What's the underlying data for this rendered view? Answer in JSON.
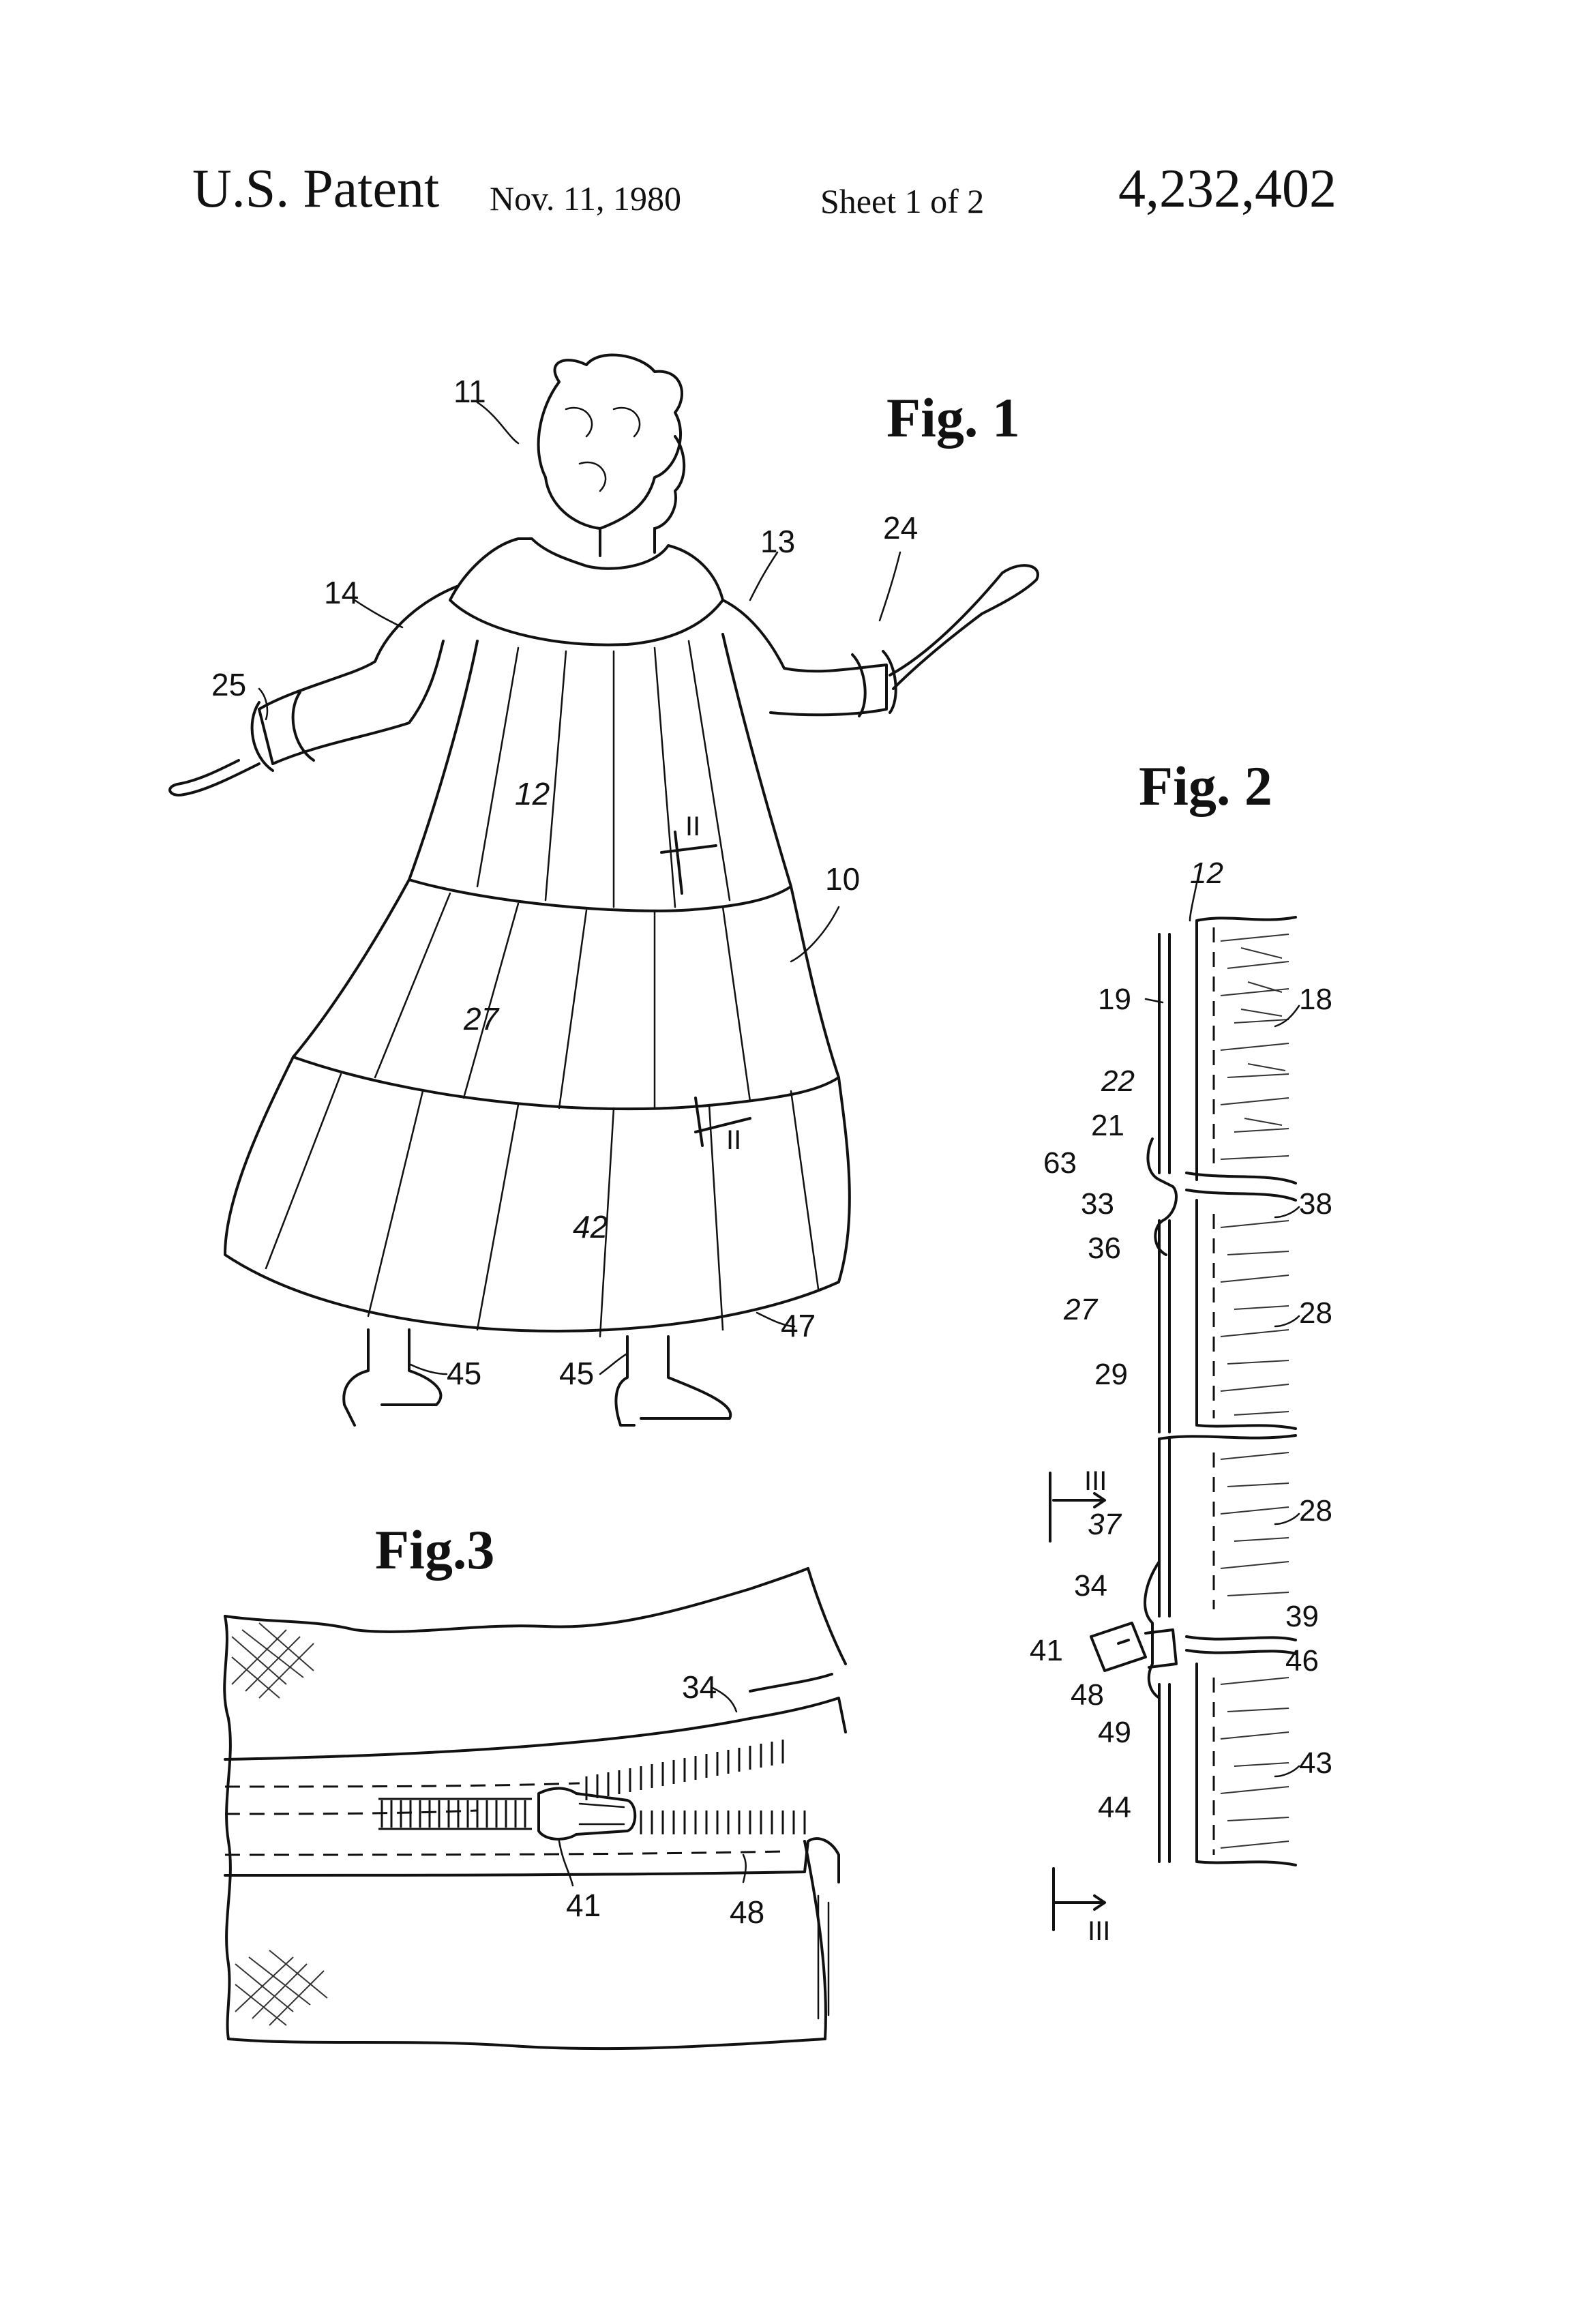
{
  "header": {
    "patent_label": "U.S. Patent",
    "date": "Nov. 11, 1980",
    "sheet": "Sheet 1 of 2",
    "patent_number": "4,232,402"
  },
  "figures": {
    "fig1": {
      "title": "Fig. 1",
      "labels": [
        "11",
        "13",
        "24",
        "14",
        "25",
        "12",
        "II",
        "10",
        "27",
        "II",
        "42",
        "47",
        "45",
        "45"
      ]
    },
    "fig2": {
      "title": "Fig. 2",
      "labels": [
        "12",
        "18",
        "19",
        "22",
        "21",
        "63",
        "33",
        "38",
        "36",
        "27",
        "28",
        "29",
        "III",
        "28",
        "37",
        "34",
        "39",
        "41",
        "46",
        "48",
        "49",
        "43",
        "44",
        "III"
      ]
    },
    "fig3": {
      "title": "Fig.3",
      "labels": [
        "34",
        "41",
        "48"
      ]
    }
  }
}
